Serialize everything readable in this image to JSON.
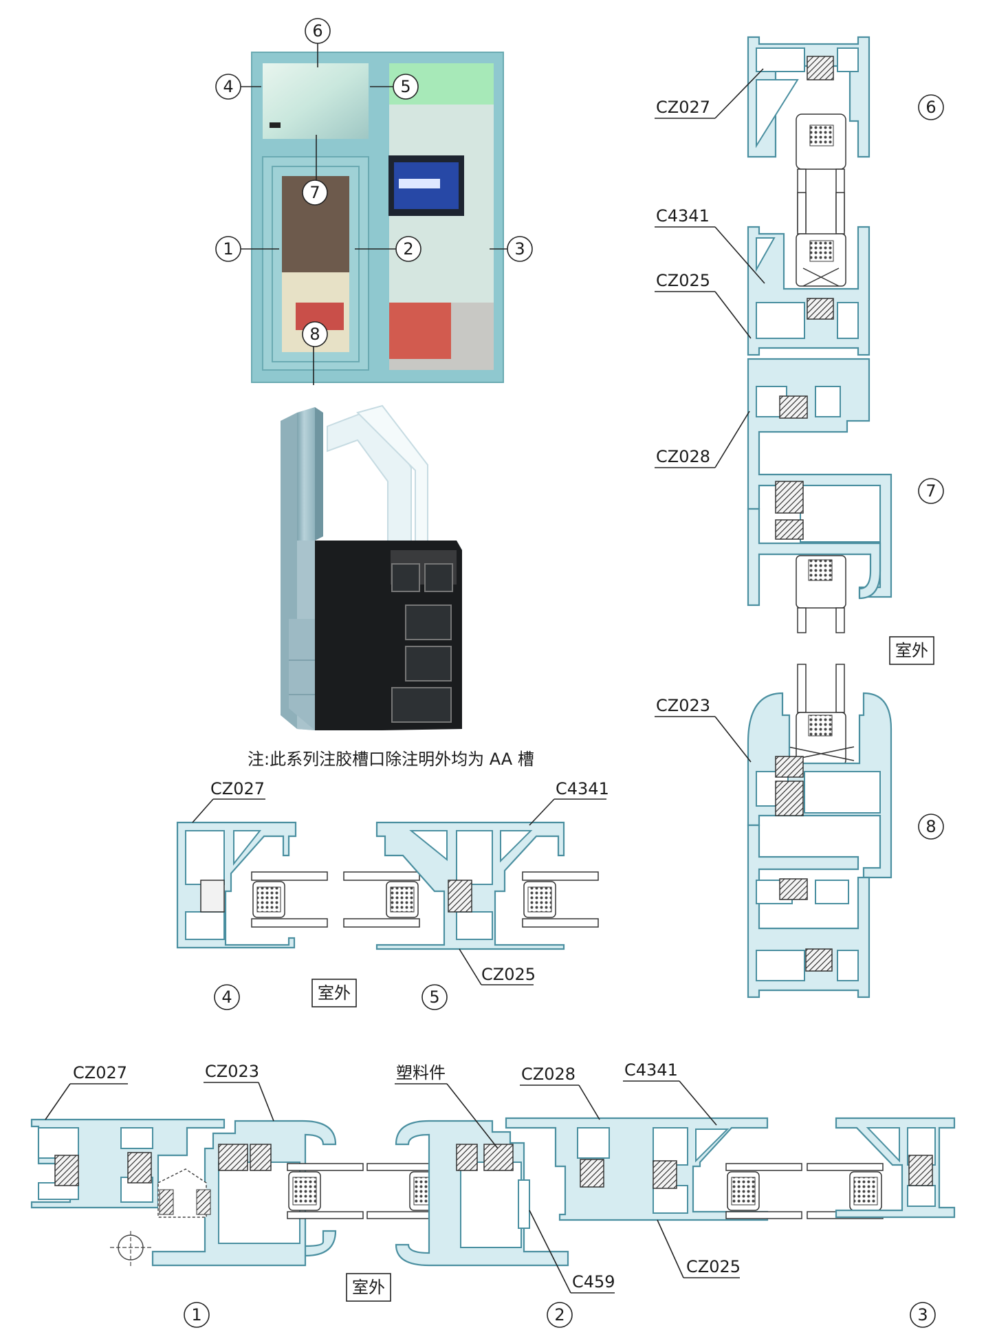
{
  "note": "注:此系列注胶槽口除注明外均为 AA 槽",
  "outdoor_label": "室外",
  "callout_numbers": [
    "1",
    "2",
    "3",
    "4",
    "5",
    "6",
    "7",
    "8"
  ],
  "section_6_7_8": {
    "labels": [
      "CZ027",
      "C4341",
      "CZ025",
      "CZ028",
      "CZ023"
    ],
    "numbers": [
      "6",
      "7",
      "8"
    ]
  },
  "section_4_5": {
    "labels": [
      "CZ027",
      "C4341",
      "CZ025"
    ],
    "numbers": [
      "4",
      "5"
    ]
  },
  "section_1_2_3": {
    "labels": [
      "CZ027",
      "CZ023",
      "塑料件",
      "CZ028",
      "C4341",
      "CZ025",
      "C459"
    ],
    "numbers": [
      "1",
      "2",
      "3"
    ]
  },
  "colors": {
    "profile": "#d6ecf1",
    "profile_stroke": "#4a8fa0",
    "window_frame": "#8fc8cf",
    "render_metal": "#a9c3cc"
  }
}
